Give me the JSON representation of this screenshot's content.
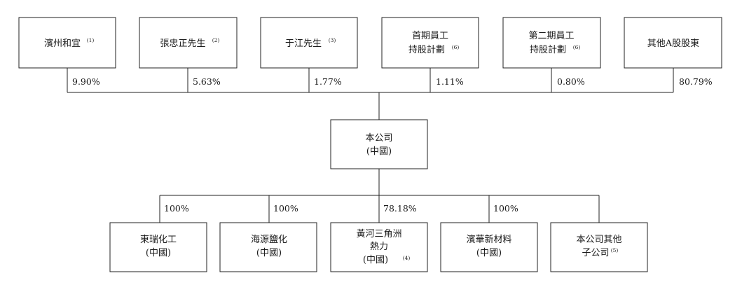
{
  "shareholders": [
    {
      "name": "濱州和宜",
      "note": "(1)",
      "percent": "9.90%"
    },
    {
      "name": "張忠正先生",
      "note": "(2)",
      "percent": "5.63%"
    },
    {
      "name": "于江先生",
      "note": "(3)",
      "percent": "1.77%"
    },
    {
      "name_lines": [
        "首期員工",
        "持股計劃"
      ],
      "note": "(6)",
      "percent": "1.11%"
    },
    {
      "name_lines": [
        "第二期員工",
        "持股計劃"
      ],
      "note": "(6)",
      "percent": "0.80%"
    },
    {
      "name": "其他A股股東",
      "note": "",
      "percent": "80.79%"
    }
  ],
  "company": {
    "lines": [
      "本公司",
      "(中國)"
    ]
  },
  "subsidiaries": [
    {
      "lines": [
        "東瑞化工",
        "(中國)"
      ],
      "note": "",
      "percent": "100%"
    },
    {
      "lines": [
        "海源鹽化",
        "(中國)"
      ],
      "note": "",
      "percent": "100%"
    },
    {
      "lines": [
        "黃河三角洲",
        "熱力",
        "(中國)"
      ],
      "note": "(4)",
      "percent": "78.18%"
    },
    {
      "lines": [
        "濱華新材料",
        "(中國)"
      ],
      "note": "",
      "percent": "100%"
    },
    {
      "lines": [
        "本公司其他",
        "子公司"
      ],
      "note": "(5)",
      "percent": ""
    }
  ]
}
